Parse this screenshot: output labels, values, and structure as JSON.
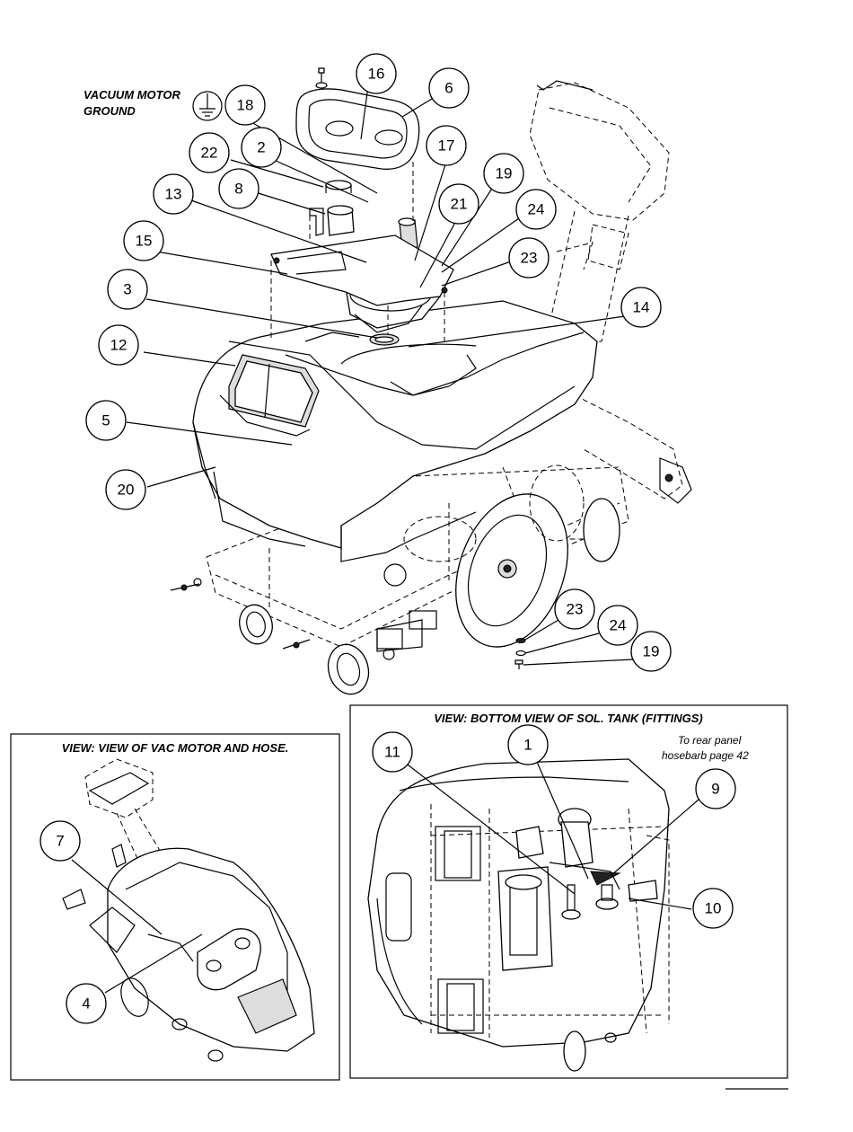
{
  "labels": {
    "vacuum_motor_ground": [
      "VACUUM MOTOR",
      "GROUND"
    ],
    "view_vac_motor": "VIEW: VIEW OF VAC MOTOR AND HOSE.",
    "view_bottom": "VIEW: BOTTOM VIEW OF SOL. TANK (FITTINGS)",
    "rear_panel_note": [
      "To rear panel",
      "hosebarb page 42"
    ]
  },
  "callouts": {
    "main": [
      "16",
      "6",
      "18",
      "22",
      "2",
      "17",
      "19",
      "8",
      "21",
      "13",
      "24",
      "15",
      "23",
      "3",
      "14",
      "12",
      "5",
      "20",
      "23",
      "24",
      "19"
    ],
    "vac_view": [
      "7",
      "4"
    ],
    "bottom_view": [
      "1",
      "11",
      "9",
      "10"
    ]
  }
}
